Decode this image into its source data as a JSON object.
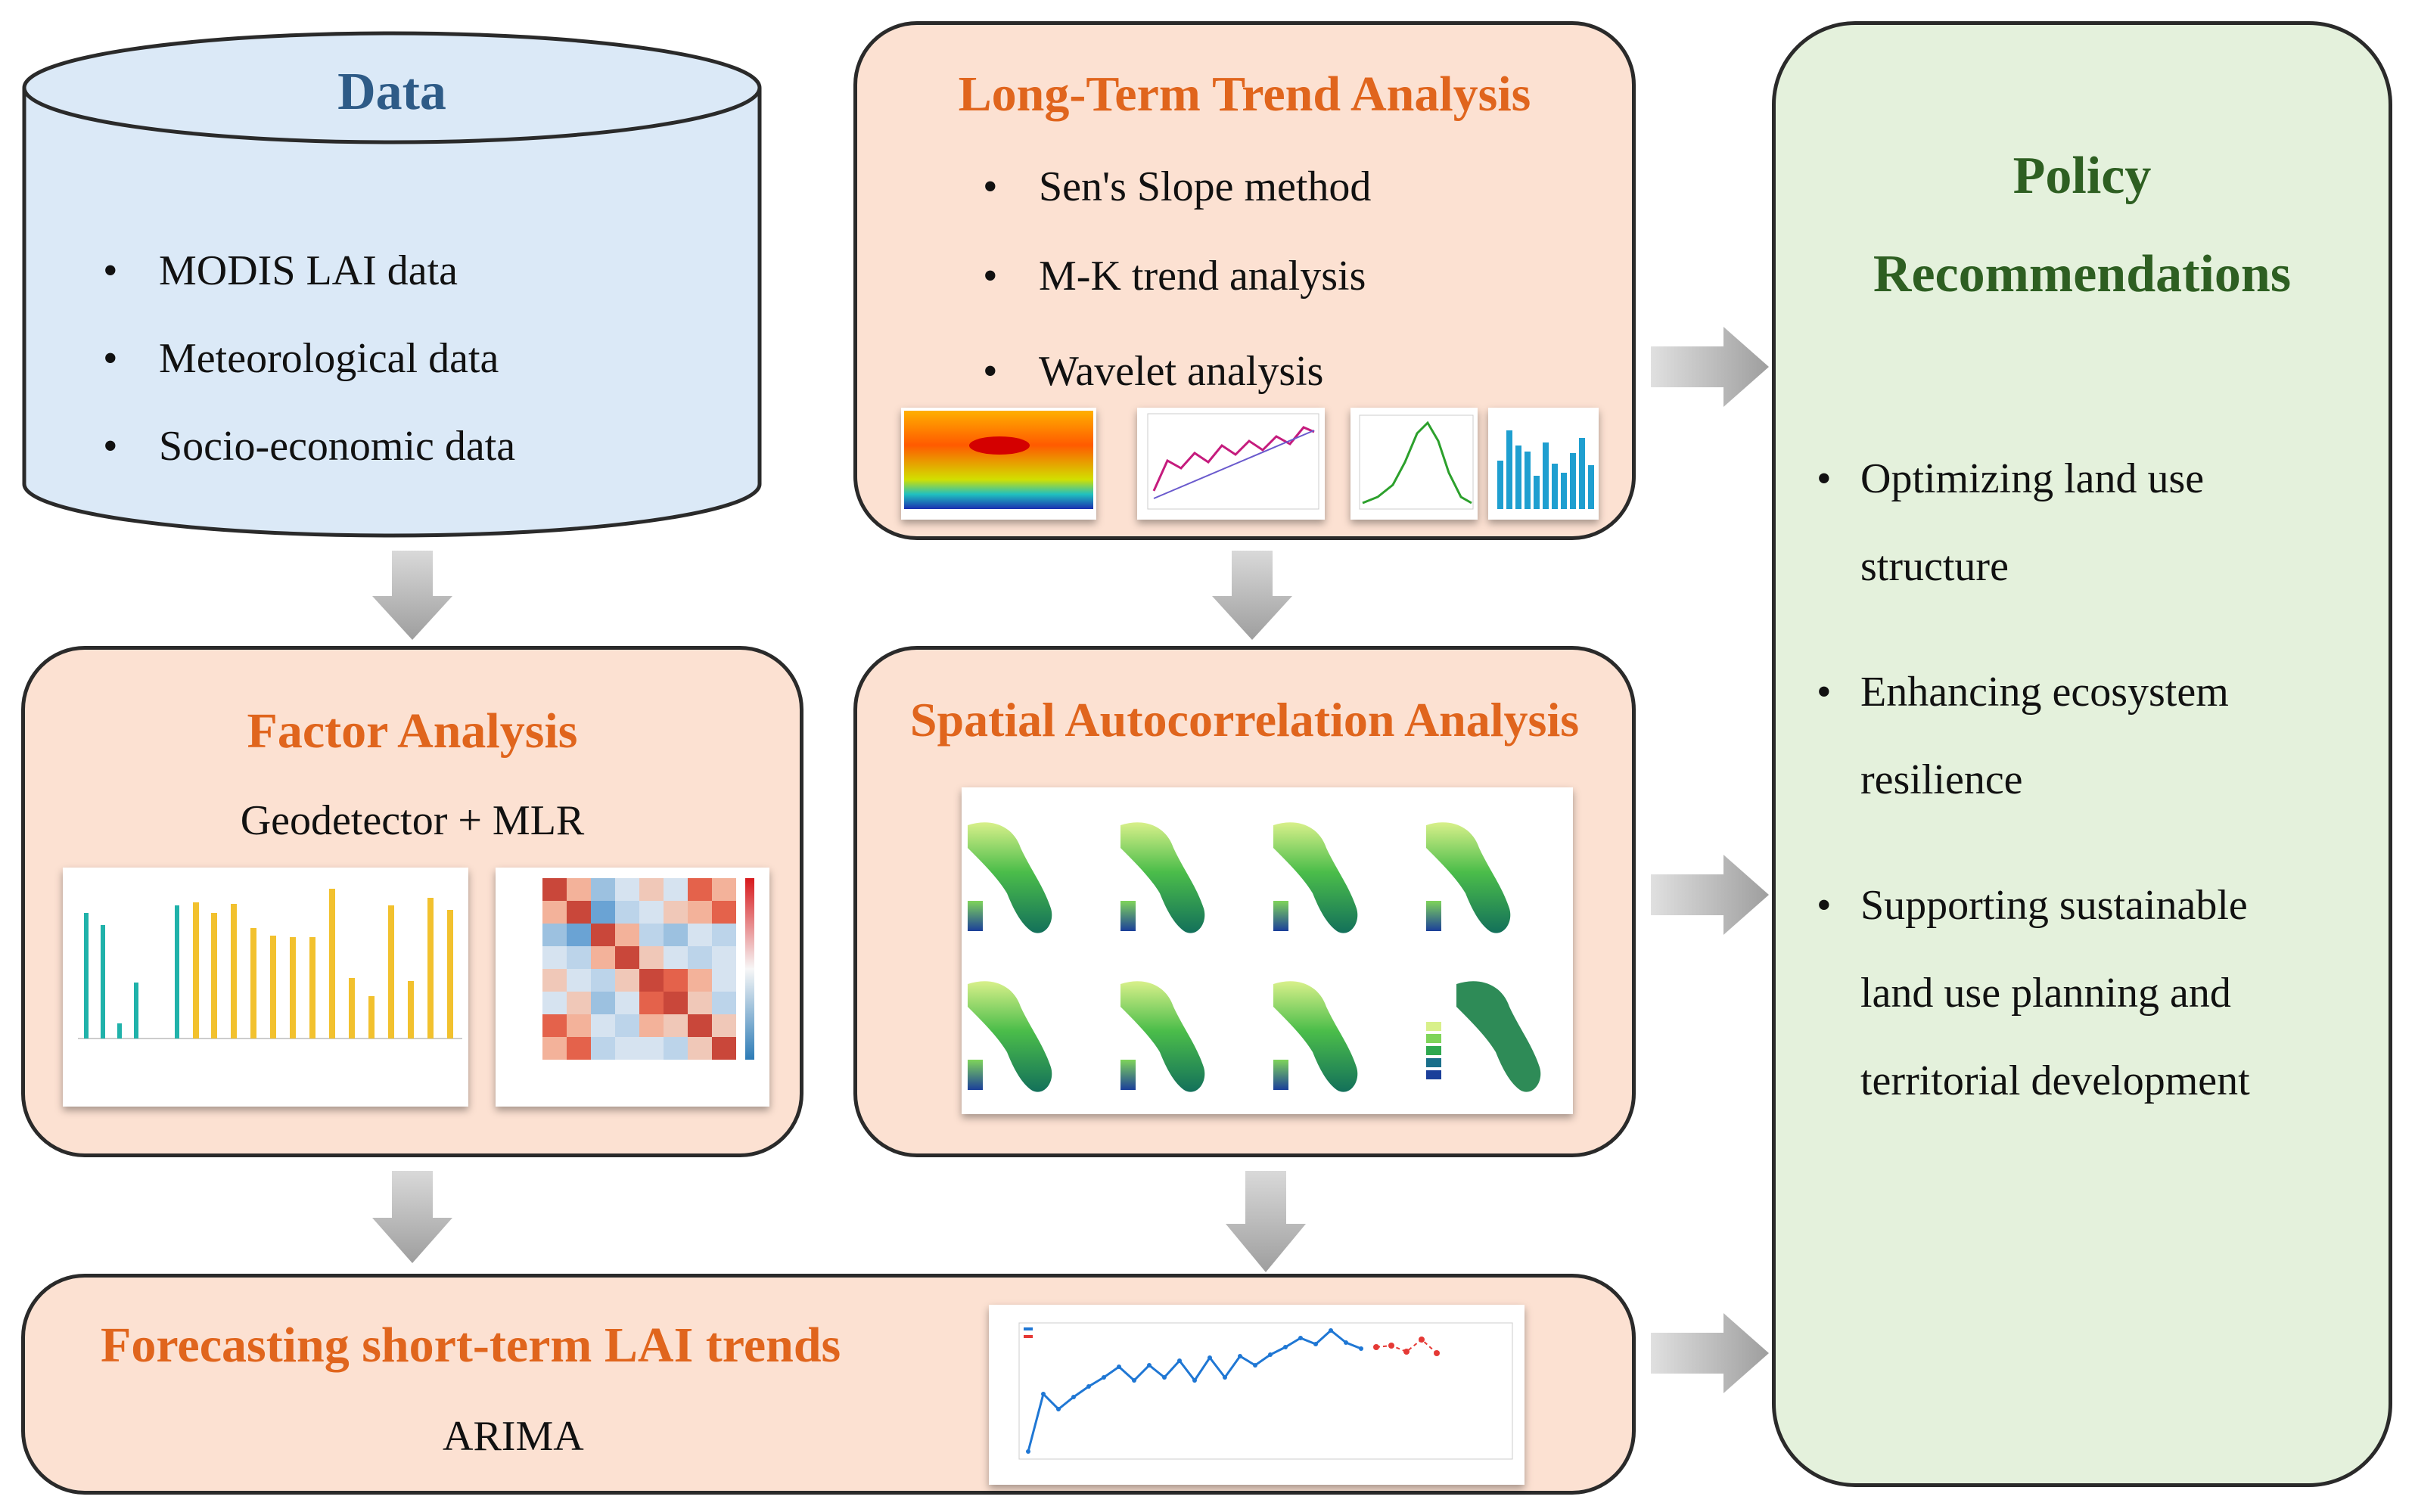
{
  "data_box": {
    "title": "Data",
    "items": [
      "MODIS LAI data",
      "Meteorological data",
      "Socio-economic data"
    ]
  },
  "trend_box": {
    "title": "Long-Term Trend Analysis",
    "items": [
      "Sen's Slope method",
      "M-K trend analysis",
      "Wavelet analysis"
    ]
  },
  "factor_box": {
    "title": "Factor Analysis",
    "subtitle": "Geodetector + MLR"
  },
  "spatial_box": {
    "title": "Spatial Autocorrelation Analysis"
  },
  "forecast_box": {
    "title": "Forecasting short-term LAI trends",
    "subtitle": "ARIMA"
  },
  "policy_box": {
    "title_line1": "Policy",
    "title_line2": "Recommendations",
    "items": [
      {
        "line1": "Optimizing land use",
        "line2": "structure"
      },
      {
        "line1": "Enhancing ecosystem",
        "line2": "resilience"
      },
      {
        "line1": "Supporting sustainable",
        "line2": "land use planning and",
        "line3": "territorial development"
      }
    ]
  },
  "colors": {
    "peach": "#fce1d2",
    "orange_title": "#e0651d",
    "green_panel": "#e4f1dc",
    "green_title": "#2e5f22",
    "data_blue": "#dbe9f7",
    "data_title": "#2e5b87",
    "arrow_gray": "#bdbdbd"
  }
}
